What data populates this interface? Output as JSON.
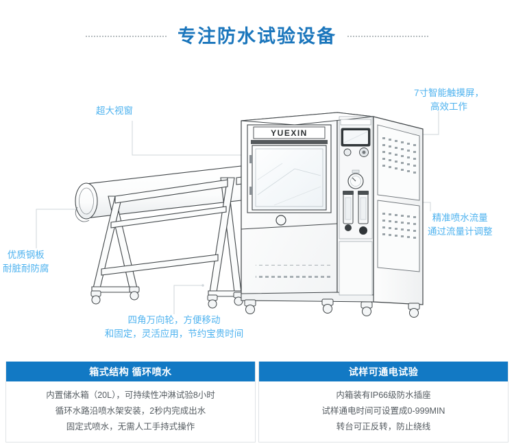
{
  "header": {
    "title": "专注防水试验设备",
    "accent_color": "#1b76bc",
    "left_rule": "dotted-rule",
    "right_rule": "dotted-rule"
  },
  "illustration": {
    "brand_logo": "YUEXIN",
    "alt": "箱式防水试验设备线稿图",
    "line_color": "#3a3a3a",
    "leader_color": "#cfd6da"
  },
  "annotations": {
    "color": "#4db2ef",
    "window": {
      "lines": [
        "超大视窗"
      ]
    },
    "touchscreen": {
      "lines": [
        "7寸智能触摸屏，",
        "高效工作"
      ]
    },
    "flow": {
      "lines": [
        "精准喷水流量",
        "通过流量计调整"
      ]
    },
    "steel": {
      "lines": [
        "优质钢板",
        "耐脏耐防腐"
      ]
    },
    "casters": {
      "lines": [
        "四角万向轮，方便移动",
        "和固定，灵活应用，节约宝贵时间"
      ]
    }
  },
  "spec_table": {
    "header_color": "#1279c4",
    "columns": [
      {
        "title": "箱式结构 循环喷水",
        "lines": [
          "内置储水箱（20L），可持续性冲淋试验8小时",
          "循环水路沿喷水架安装，2秒内完成出水",
          "固定式喷水，无需人工手持式操作"
        ]
      },
      {
        "title": "试样可通电试验",
        "lines": [
          "内箱装有IP66级防水插座",
          "试样通电时间可设置成0-999MIN",
          "转台可正反转，防止绕线"
        ]
      }
    ]
  }
}
